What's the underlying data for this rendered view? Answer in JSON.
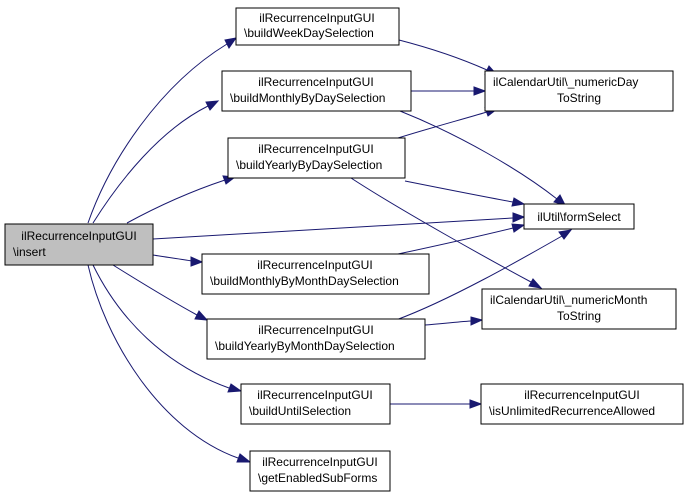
{
  "nodes": {
    "insert": {
      "line1": "ilRecurrenceInputGUI",
      "line2": "\\insert"
    },
    "week": {
      "line1": "ilRecurrenceInputGUI",
      "line2": "\\buildWeekDaySelection"
    },
    "monthlyByDay": {
      "line1": "ilRecurrenceInputGUI",
      "line2": "\\buildMonthlyByDaySelection"
    },
    "yearlyByDay": {
      "line1": "ilRecurrenceInputGUI",
      "line2": "\\buildYearlyByDaySelection"
    },
    "monthlyByMonthDay": {
      "line1": "ilRecurrenceInputGUI",
      "line2": "\\buildMonthlyByMonthDaySelection"
    },
    "yearlyByMonthDay": {
      "line1": "ilRecurrenceInputGUI",
      "line2": "\\buildYearlyByMonthDaySelection"
    },
    "until": {
      "line1": "ilRecurrenceInputGUI",
      "line2": "\\buildUntilSelection"
    },
    "subforms": {
      "line1": "ilRecurrenceInputGUI",
      "line2": "\\getEnabledSubForms"
    },
    "numericDay": {
      "line1": "ilCalendarUtil\\_numericDay",
      "line2": "ToString"
    },
    "formSelect": {
      "line1": "ilUtil\\formSelect"
    },
    "numericMonth": {
      "line1": "ilCalendarUtil\\_numericMonth",
      "line2": "ToString"
    },
    "unlimited": {
      "line1": "ilRecurrenceInputGUI",
      "line2": "\\isUnlimitedRecurrenceAllowed"
    }
  },
  "colors": {
    "edge": "#191970",
    "root_fill": "#bfbfbf",
    "node_fill": "#ffffff"
  }
}
